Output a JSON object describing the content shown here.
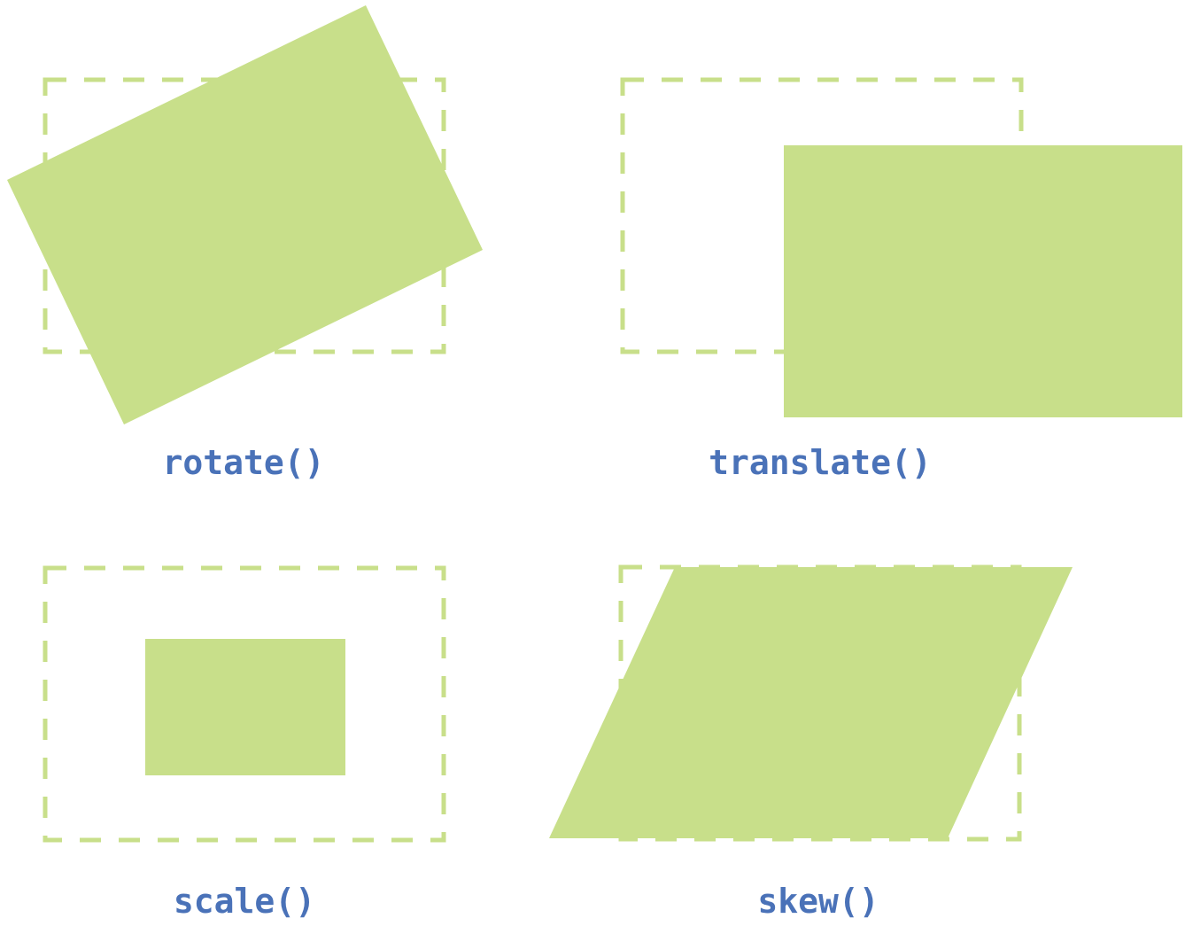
{
  "colors": {
    "shape_fill": "#c8df8a",
    "dash_stroke": "#c8df8a",
    "caption_text": "#4a72b8",
    "background": "#ffffff"
  },
  "panels": [
    {
      "id": "rotate",
      "caption": "rotate()"
    },
    {
      "id": "translate",
      "caption": "translate()"
    },
    {
      "id": "scale",
      "caption": "scale()"
    },
    {
      "id": "skew",
      "caption": "skew()"
    }
  ]
}
